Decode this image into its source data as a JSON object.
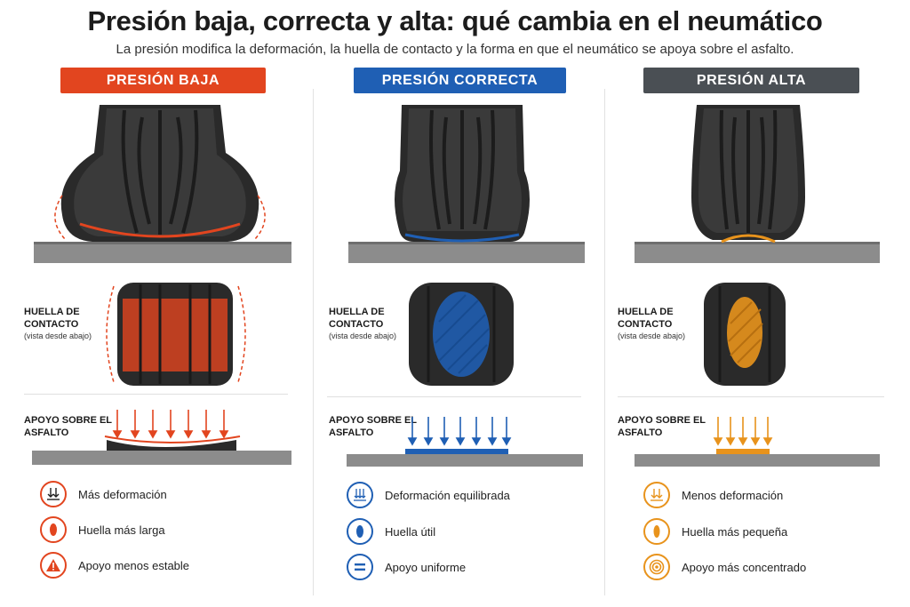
{
  "title": "Presión baja, correcta y alta: qué cambia en el neumático",
  "subtitle": "La presión modifica la deformación, la huella de contacto y la forma en que el neumático se apoya sobre el asfalto.",
  "colors": {
    "low": "#e2451f",
    "correct": "#1f5fb4",
    "high": "#4a4f54",
    "high_accent": "#e8931c",
    "road": "#8c8c8c"
  },
  "columns": [
    {
      "id": "low",
      "header": "PRESIÓN BAJA",
      "footprint_label": "HUELLA DE CONTACTO",
      "footprint_sublabel": "(vista desde abajo)",
      "support_label": "APOYO SOBRE EL ASFALTO",
      "features": [
        {
          "icon": "compress-arrows-icon",
          "text": "Más deformación"
        },
        {
          "icon": "footprint-icon",
          "text": "Huella más larga"
        },
        {
          "icon": "warning-icon",
          "text": "Apoyo menos estable"
        }
      ]
    },
    {
      "id": "correct",
      "header": "PRESIÓN CORRECTA",
      "footprint_label": "HUELLA DE CONTACTO",
      "footprint_sublabel": "(vista desde abajo)",
      "support_label": "APOYO SOBRE EL ASFALTO",
      "features": [
        {
          "icon": "balanced-arrows-icon",
          "text": "Deformación equilibrada"
        },
        {
          "icon": "footprint-icon",
          "text": "Huella útil"
        },
        {
          "icon": "equals-icon",
          "text": "Apoyo uniforme"
        }
      ]
    },
    {
      "id": "high",
      "header": "PRESIÓN ALTA",
      "footprint_label": "HUELLA DE CONTACTO",
      "footprint_sublabel": "(vista desde abajo)",
      "support_label": "APOYO SOBRE EL ASFALTO",
      "features": [
        {
          "icon": "compress-arrows-icon",
          "text": "Menos deformación"
        },
        {
          "icon": "footprint-icon",
          "text": "Huella más pequeña"
        },
        {
          "icon": "target-icon",
          "text": "Apoyo más concentrado"
        }
      ]
    }
  ]
}
